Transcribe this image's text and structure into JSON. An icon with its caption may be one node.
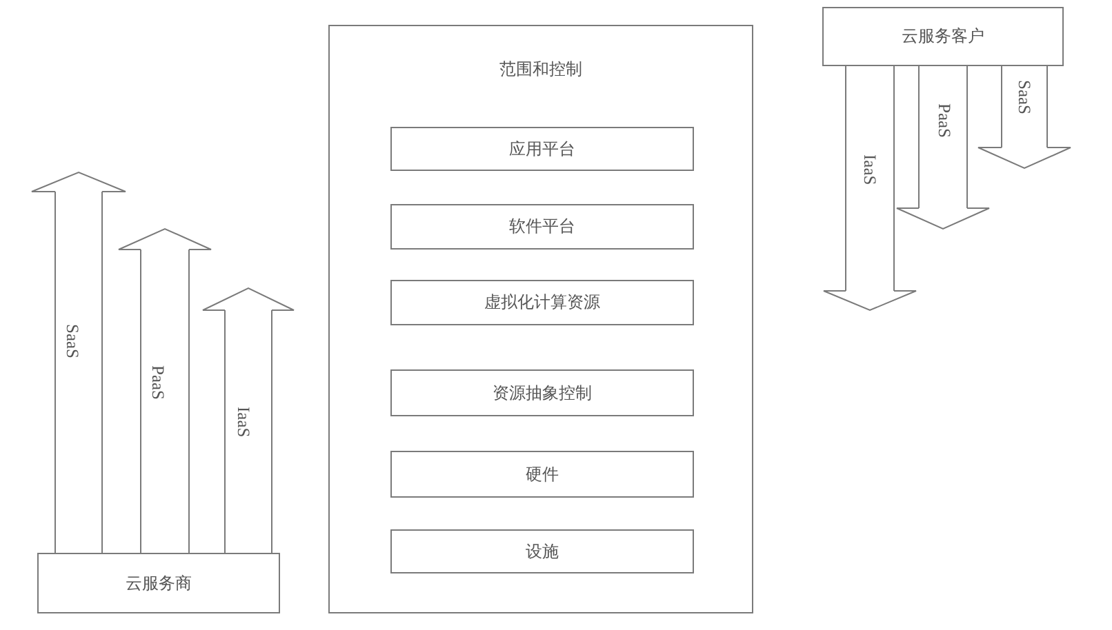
{
  "diagram": {
    "nodes": [
      {
        "text": [
          "云服务商"
        ]
      },
      {
        "text": [
          "范围和控制"
        ]
      },
      {
        "text": [
          "应用平台"
        ],
        "in": 1
      },
      {
        "text": [
          "软件平台"
        ],
        "in": 1
      },
      {
        "text": [
          "虚拟化计算资源"
        ],
        "in": 1
      },
      {
        "text": [
          "资源抽象控制"
        ],
        "in": 1
      },
      {
        "text": [
          "硬件"
        ],
        "in": 1
      },
      {
        "text": [
          "设施"
        ],
        "in": 1
      },
      {
        "text": [
          "云服务客户"
        ]
      }
    ],
    "edges": [
      {
        "from": 0,
        "to": null,
        "arrow": "to",
        "label": "SaaS"
      },
      {
        "from": 0,
        "to": null,
        "arrow": "to",
        "label": "PaaS"
      },
      {
        "from": 0,
        "to": null,
        "arrow": "to",
        "label": "IaaS"
      },
      {
        "from": 8,
        "to": null,
        "arrow": "to",
        "label": "IaaS"
      },
      {
        "from": 8,
        "to": null,
        "arrow": "to",
        "label": "PaaS"
      },
      {
        "from": 8,
        "to": null,
        "arrow": "to",
        "label": "SaaS"
      }
    ]
  }
}
